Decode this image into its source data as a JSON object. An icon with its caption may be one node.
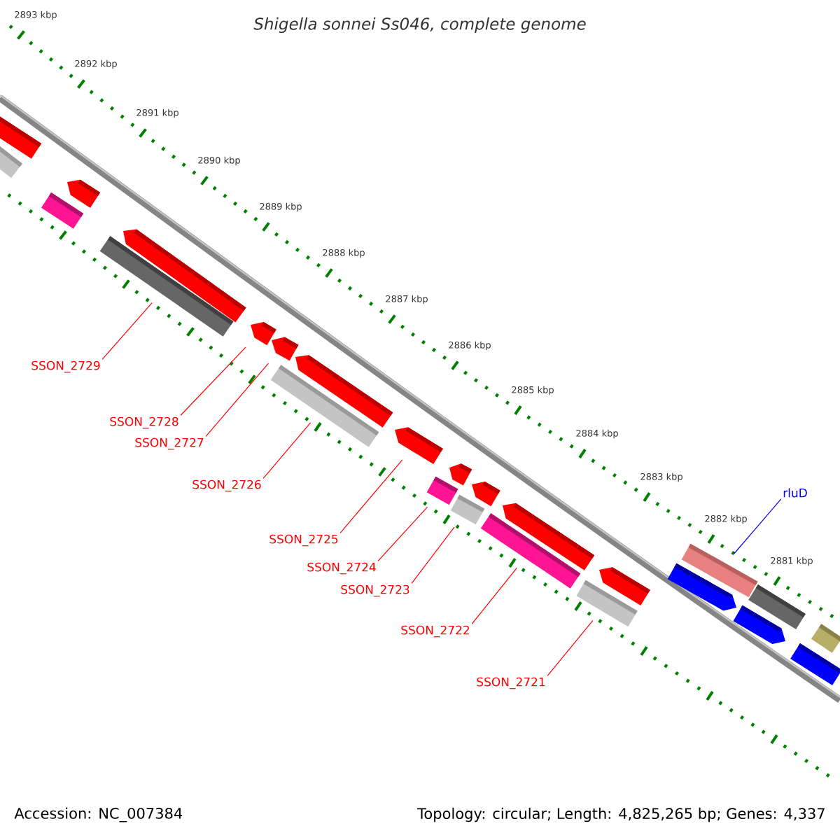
{
  "diagram": {
    "title": "Shigella sonnei Ss046, complete genome",
    "nodes": [
      {
        "text": [
          "SSON_2729"
        ]
      },
      {
        "text": [
          "SSON_2728"
        ]
      },
      {
        "text": [
          "SSON_2727"
        ]
      },
      {
        "text": [
          "SSON_2726"
        ]
      },
      {
        "text": [
          "SSON_2725"
        ]
      },
      {
        "text": [
          "SSON_2724"
        ]
      },
      {
        "text": [
          "SSON_2723"
        ]
      },
      {
        "text": [
          "SSON_2722"
        ]
      },
      {
        "text": [
          "SSON_2721"
        ]
      },
      {
        "text": [
          "rluD"
        ]
      },
      {
        "text": [],
        "shape": "pentagon"
      },
      {
        "text": [],
        "shape": "bar"
      },
      {
        "text": [],
        "shape": "bar"
      },
      {
        "text": [],
        "shape": "pentagon"
      },
      {
        "text": [],
        "shape": "bar"
      },
      {
        "text": [],
        "shape": "pentagon"
      },
      {
        "text": [],
        "shape": "pentagon"
      },
      {
        "text": [],
        "shape": "pentagon"
      },
      {
        "text": [],
        "shape": "bar"
      },
      {
        "text": [],
        "shape": "pentagon"
      },
      {
        "text": [],
        "shape": "pentagon"
      },
      {
        "text": [],
        "shape": "bar"
      },
      {
        "text": [],
        "shape": "pentagon"
      },
      {
        "text": [],
        "shape": "bar"
      },
      {
        "text": [],
        "shape": "pentagon"
      },
      {
        "text": [],
        "shape": "bar"
      },
      {
        "text": [],
        "shape": "pentagon"
      },
      {
        "text": [],
        "shape": "bar"
      },
      {
        "text": [],
        "shape": "pentagon"
      },
      {
        "text": [],
        "shape": "pentagon"
      },
      {
        "text": [],
        "shape": "bar"
      },
      {
        "text": [],
        "shape": "pentagon"
      },
      {
        "text": [],
        "shape": "bar"
      },
      {
        "text": [],
        "shape": "bar"
      },
      {
        "text": [],
        "shape": "bar"
      }
    ],
    "edges": [
      {
        "from": 0,
        "to": 14,
        "arrow": "none"
      },
      {
        "from": 1,
        "to": 16,
        "arrow": "none"
      },
      {
        "from": 2,
        "to": 17,
        "arrow": "none"
      },
      {
        "from": 3,
        "to": 18,
        "arrow": "none"
      },
      {
        "from": 4,
        "to": 20,
        "arrow": "none"
      },
      {
        "from": 5,
        "to": 21,
        "arrow": "none"
      },
      {
        "from": 6,
        "to": 23,
        "arrow": "none"
      },
      {
        "from": 7,
        "to": 25,
        "arrow": "none"
      },
      {
        "from": 8,
        "to": 27,
        "arrow": "none"
      },
      {
        "from": 9,
        "to": 30,
        "arrow": "none",
        "color": "#0000ff"
      }
    ],
    "labels": [
      "2893 kbp",
      "2892 kbp",
      "2891 kbp",
      "2890 kbp",
      "2889 kbp",
      "2888 kbp",
      "2887 kbp",
      "2886 kbp",
      "2885 kbp",
      "2884 kbp",
      "2883 kbp",
      "2882 kbp",
      "2881 kbp",
      "Accession: NC_007384",
      "Topology: circular; Length: 4,825,265 bp; Genes: 4,337"
    ]
  }
}
